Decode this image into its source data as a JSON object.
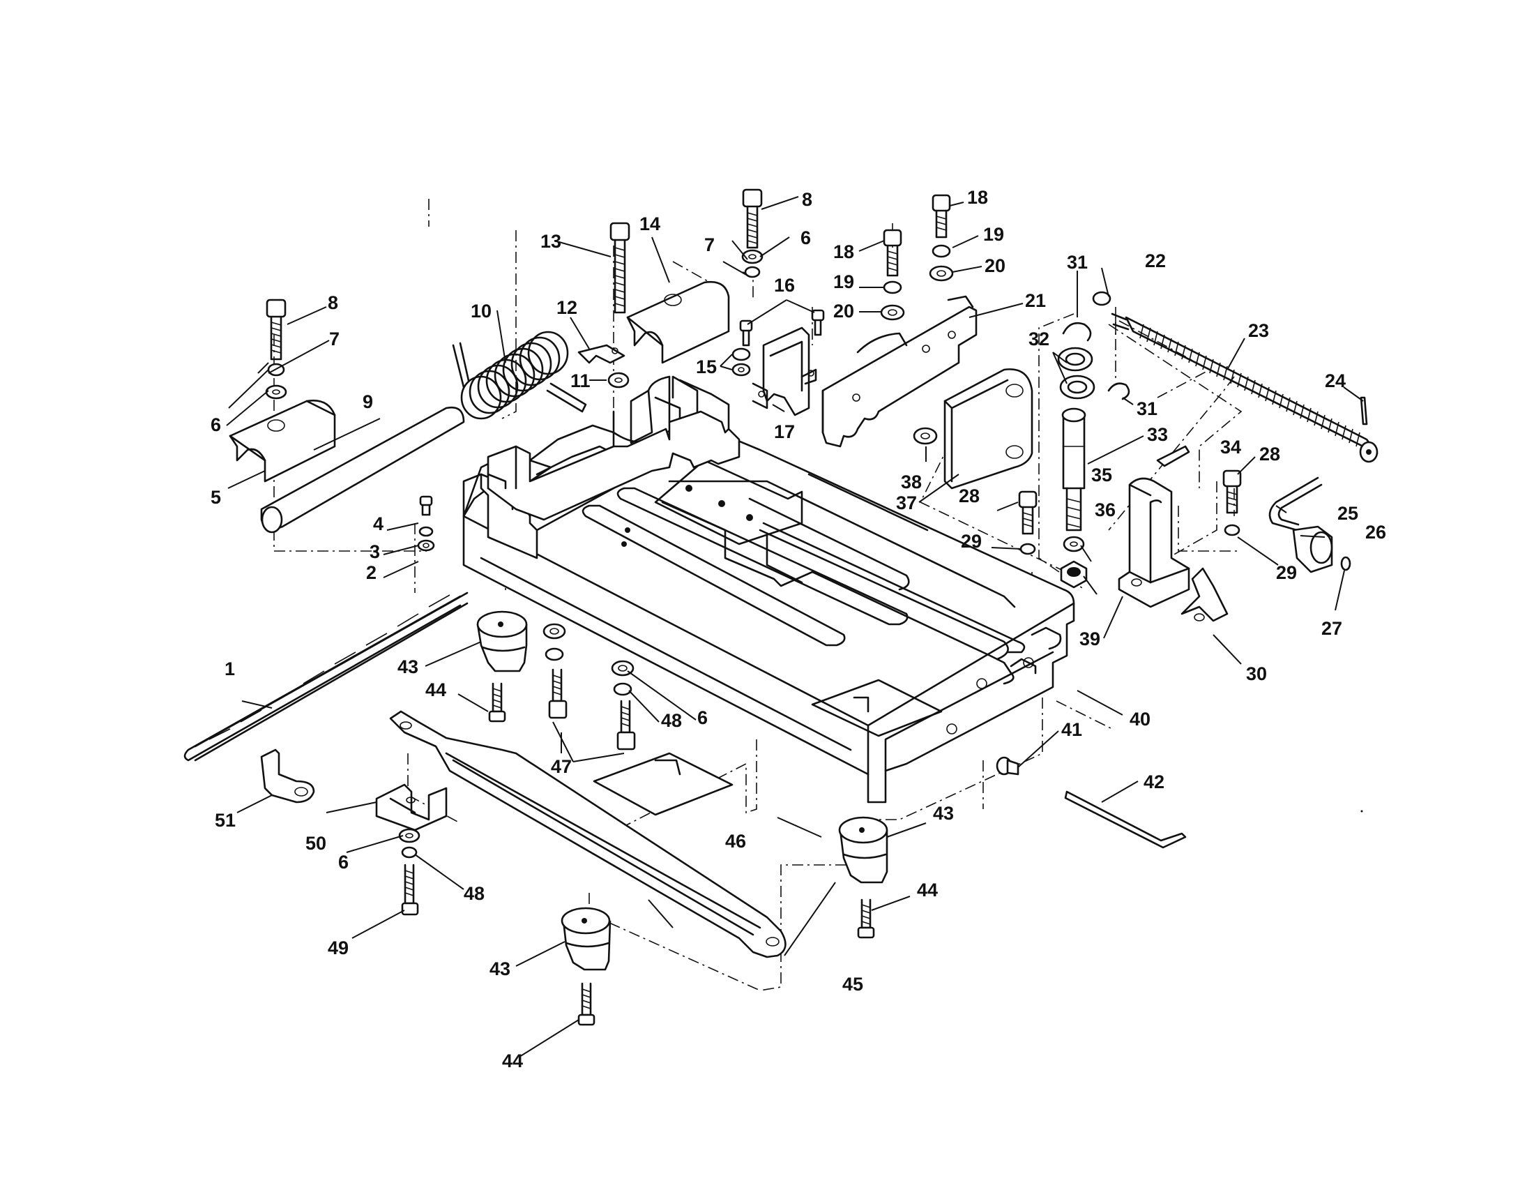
{
  "labels": {
    "p1": "1",
    "p2": "2",
    "p3": "3",
    "p4": "4",
    "p5": "5",
    "p6a": "6",
    "p6b": "6",
    "p6c": "6",
    "p6d": "6",
    "p7a": "7",
    "p7b": "7",
    "p8a": "8",
    "p8b": "8",
    "p9": "9",
    "p10": "10",
    "p11": "11",
    "p12": "12",
    "p13": "13",
    "p14": "14",
    "p15": "15",
    "p16": "16",
    "p17": "17",
    "p18a": "18",
    "p18b": "18",
    "p19a": "19",
    "p19b": "19",
    "p20a": "20",
    "p20b": "20",
    "p21": "21",
    "p22": "22",
    "p23": "23",
    "p24": "24",
    "p25": "25",
    "p26": "26",
    "p27": "27",
    "p28a": "28",
    "p28b": "28",
    "p29a": "29",
    "p29b": "29",
    "p30": "30",
    "p31a": "31",
    "p31b": "31",
    "p32": "32",
    "p33": "33",
    "p34": "34",
    "p35": "35",
    "p36": "36",
    "p37": "37",
    "p38": "38",
    "p39": "39",
    "p40": "40",
    "p41": "41",
    "p42": "42",
    "p43a": "43",
    "p43b": "43",
    "p43c": "43",
    "p44a": "44",
    "p44b": "44",
    "p44c": "44",
    "p45": "45",
    "p46": "46",
    "p47": "47",
    "p48a": "48",
    "p48b": "48",
    "p49": "49",
    "p50": "50",
    "p51": "51"
  }
}
